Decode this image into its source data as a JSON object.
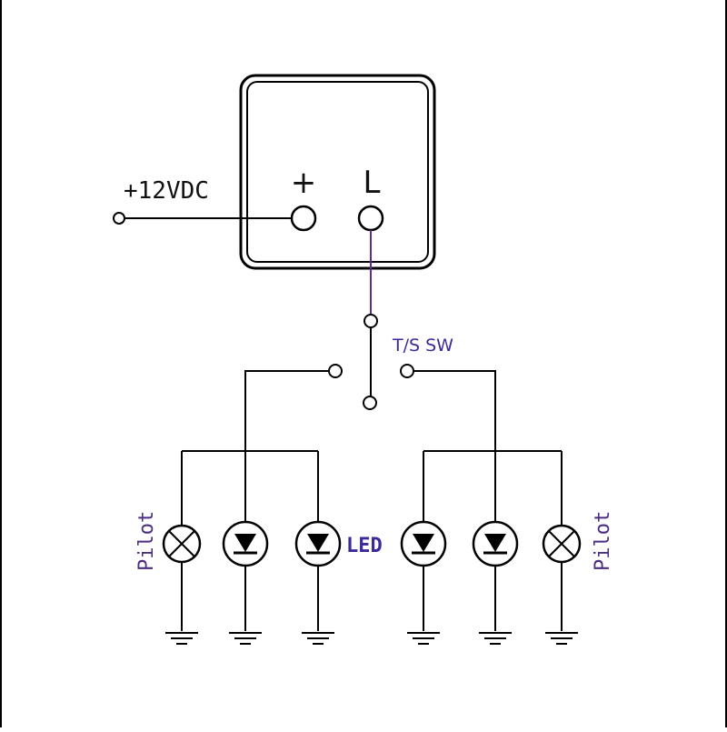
{
  "diagram": {
    "supply_label": "+12VDC",
    "terminal_plus": "+",
    "terminal_load": "L",
    "switch_label": "T/S SW",
    "led_label": "LED",
    "pilot_left": "Pilot",
    "pilot_right": "Pilot",
    "colors": {
      "line": "#000000",
      "flasher_output_wire": "#5b2d8e",
      "label_purple": "#3a2a9a"
    }
  }
}
